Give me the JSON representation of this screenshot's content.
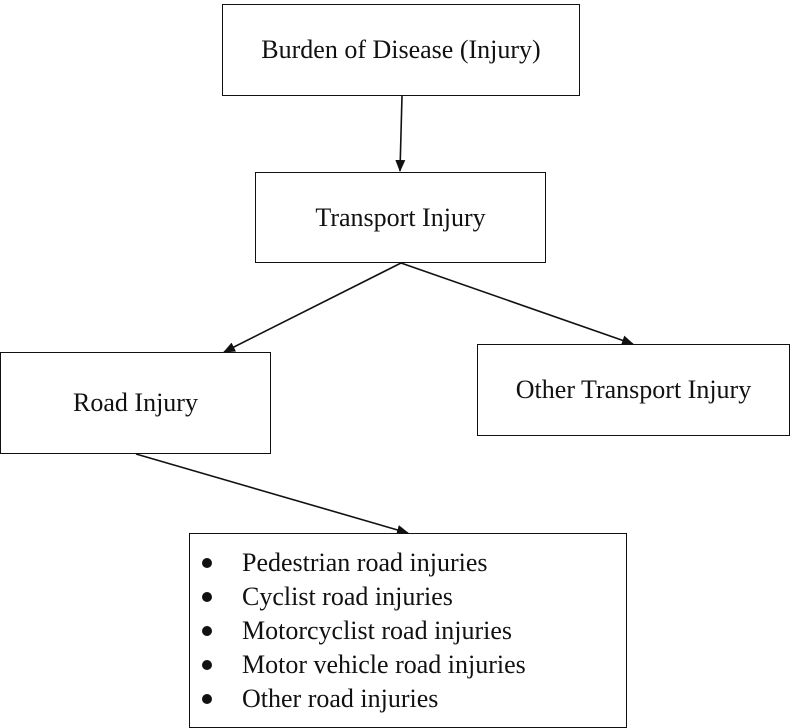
{
  "nodes": {
    "root": {
      "label": "Burden of Disease (Injury)"
    },
    "transport": {
      "label": "Transport Injury"
    },
    "road": {
      "label": "Road Injury"
    },
    "other_transport": {
      "label": "Other Transport Injury"
    },
    "road_types": {
      "items": [
        "Pedestrian road injuries",
        "Cyclist road injuries",
        "Motorcyclist road injuries",
        "Motor vehicle road injuries",
        "Other road injuries"
      ]
    }
  },
  "edges": [
    {
      "from": "root",
      "to": "transport"
    },
    {
      "from": "transport",
      "to": "road"
    },
    {
      "from": "transport",
      "to": "other_transport"
    },
    {
      "from": "road",
      "to": "road_types"
    }
  ],
  "colors": {
    "stroke": "#111111",
    "background": "#ffffff"
  }
}
